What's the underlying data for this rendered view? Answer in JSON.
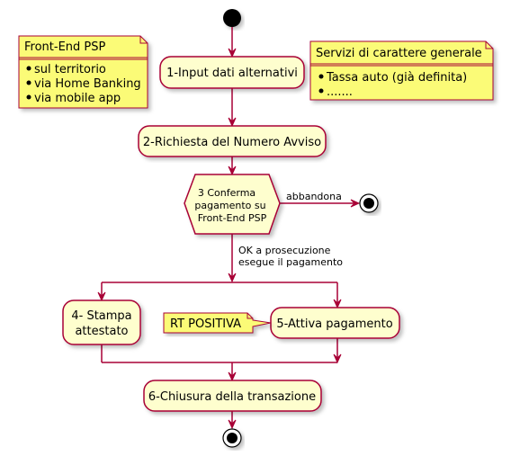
{
  "nodes": {
    "n1": "1-Input dati alternativi",
    "n2": "2-Richiesta del Numero Avviso",
    "n3": [
      "3 Conferma",
      "pagamento su",
      "Front-End PSP"
    ],
    "n4": [
      "4- Stampa",
      "attestato"
    ],
    "n5": "5-Attiva pagamento",
    "n6": "6-Chiusura della transazione"
  },
  "edges": {
    "abbandona": "abbandona",
    "ok": [
      "OK a prosecuzione",
      "esegue il pagamento"
    ]
  },
  "notes": {
    "frontend": {
      "title": "Front-End PSP",
      "items": [
        "sul territorio",
        "via Home Banking",
        "via mobile app"
      ]
    },
    "servizi": {
      "title": "Servizi di carattere generale",
      "items": [
        "Tassa auto (già definita)",
        "......."
      ]
    },
    "rt": "RT POSITIVA"
  },
  "colors": {
    "node_fill": "#FEFECE",
    "border": "#A80036",
    "note_fill": "#FBFB77"
  }
}
